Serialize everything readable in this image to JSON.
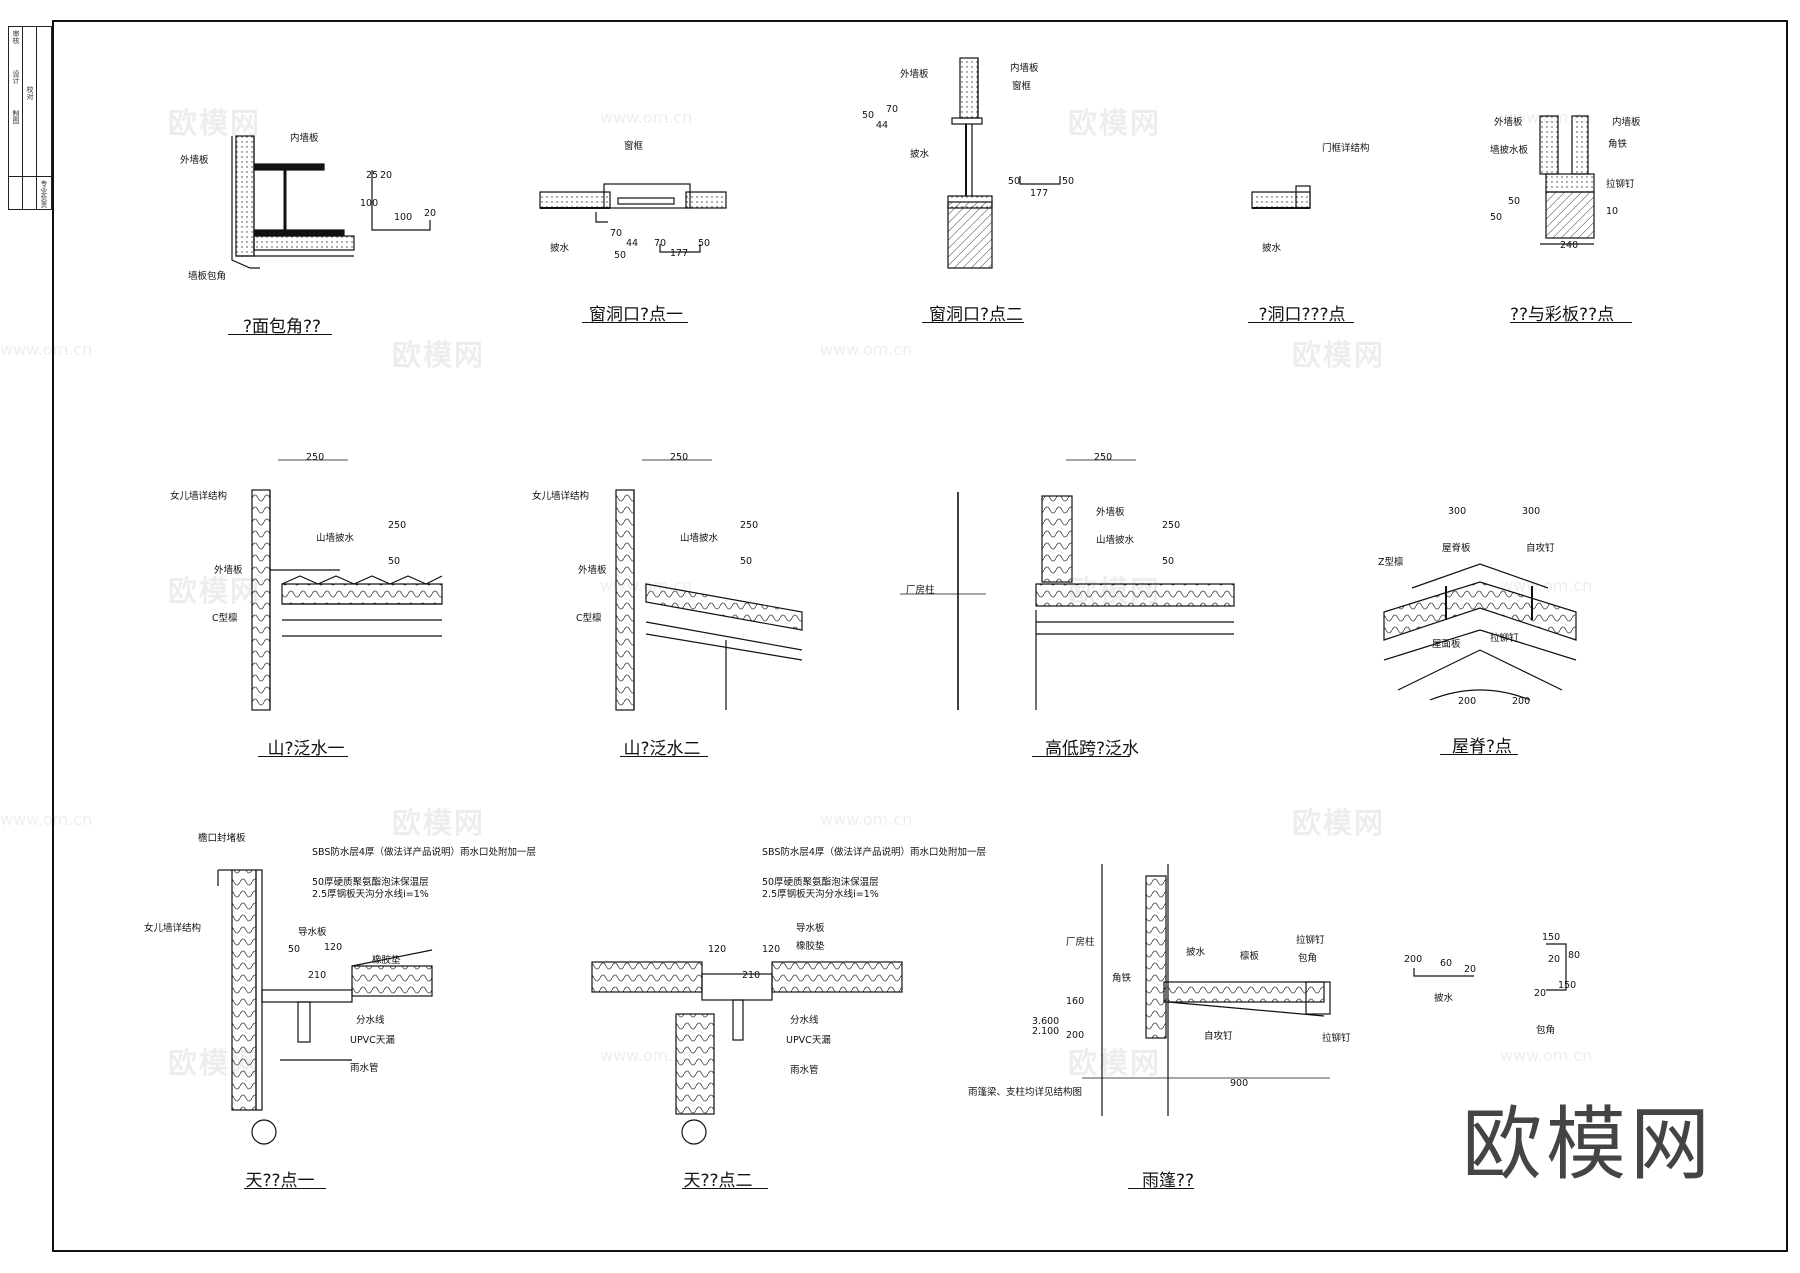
{
  "sheet": {
    "stamp_cells": [
      "审核",
      "设计",
      "制图",
      "校对",
      "专业负责"
    ],
    "watermark_logo": "欧模网",
    "watermark_url": "www.om.cn"
  },
  "details": [
    {
      "id": "d1",
      "title": "?面包角??",
      "labels": [
        "内墙板",
        "外墙板",
        "墙板包角"
      ],
      "dims": [
        "25",
        "20",
        "100",
        "100",
        "20"
      ]
    },
    {
      "id": "d2",
      "title": "窗洞口?点一",
      "labels": [
        "窗框",
        "披水"
      ],
      "dims": [
        "70",
        "44",
        "50",
        "70",
        "177",
        "50"
      ]
    },
    {
      "id": "d3",
      "title": "窗洞口?点二",
      "labels": [
        "外墙板",
        "内墙板",
        "窗框",
        "披水"
      ],
      "dims": [
        "50",
        "44",
        "70",
        "50",
        "177",
        "50"
      ]
    },
    {
      "id": "d4",
      "title": "?洞口???点",
      "labels": [
        "门框详结构",
        "披水"
      ],
      "dims": []
    },
    {
      "id": "d5",
      "title": "??与彩板??点",
      "labels": [
        "外墙板",
        "内墙板",
        "墙披水板",
        "角铁",
        "拉铆钉"
      ],
      "dims": [
        "50",
        "50",
        "240",
        "10"
      ]
    },
    {
      "id": "d6",
      "title": "山?泛水一",
      "labels": [
        "女儿墙详结构",
        "山墙披水",
        "外墙板",
        "C型檩"
      ],
      "dims": [
        "250",
        "250",
        "50"
      ]
    },
    {
      "id": "d7",
      "title": "山?泛水二",
      "labels": [
        "女儿墙详结构",
        "山墙披水",
        "外墙板",
        "C型檩"
      ],
      "dims": [
        "250",
        "250",
        "50"
      ]
    },
    {
      "id": "d8",
      "title": "高低跨?泛水",
      "labels": [
        "厂房柱",
        "外墙板",
        "山墙披水"
      ],
      "dims": [
        "250",
        "250",
        "50"
      ]
    },
    {
      "id": "d9",
      "title": "屋脊?点",
      "labels": [
        "Z型檩",
        "屋脊板",
        "自攻钉",
        "屋面板",
        "拉铆钉"
      ],
      "dims": [
        "300",
        "300",
        "200",
        "200"
      ]
    },
    {
      "id": "d10",
      "title": "天??点一",
      "labels": [
        "檐口封堵板",
        "SBS防水层4厚（做法详产品说明）雨水口处附加一层",
        "50厚硬质聚氨酯泡沫保温层",
        "2.5厚钢板天沟分水线i=1%",
        "女儿墙详结构",
        "导水板",
        "橡胶垫",
        "分水线",
        "UPVC天漏",
        "雨水管"
      ],
      "dims": [
        "50",
        "120",
        "210"
      ]
    },
    {
      "id": "d11",
      "title": "天??点二",
      "labels": [
        "SBS防水层4厚（做法详产品说明）雨水口处附加一层",
        "50厚硬质聚氨酯泡沫保温层",
        "2.5厚钢板天沟分水线i=1%",
        "导水板",
        "橡胶垫",
        "分水线",
        "UPVC天漏",
        "雨水管"
      ],
      "dims": [
        "120",
        "120",
        "210"
      ]
    },
    {
      "id": "d12",
      "title": "雨篷??",
      "labels": [
        "厂房柱",
        "披水",
        "檩板",
        "拉铆钉",
        "包角",
        "角铁",
        "自攻钉",
        "拉铆钉",
        "雨篷梁、支柱均详见结构图"
      ],
      "dims": [
        "3.600",
        "2.100",
        "160",
        "200",
        "900"
      ]
    },
    {
      "id": "d13",
      "title": "",
      "labels": [
        "披水",
        "包角"
      ],
      "dims": [
        "200",
        "60",
        "20",
        "150",
        "20",
        "80",
        "20",
        "150"
      ]
    }
  ]
}
